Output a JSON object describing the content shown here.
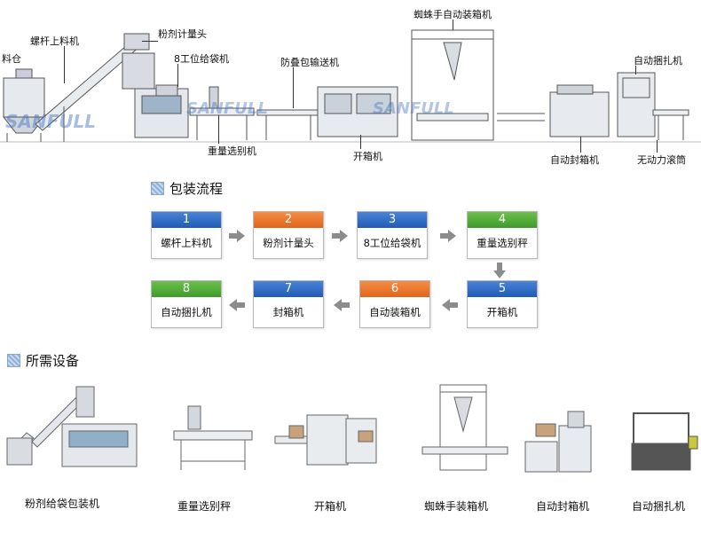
{
  "line_labels": {
    "screw_feeder": "螺杆上料机",
    "hopper": "料仓",
    "powder_head": "粉剂计量头",
    "bag_machine": "8工位给袋机",
    "checkweigher": "重量选别机",
    "conveyor": "防叠包输送机",
    "erector": "开箱机",
    "spider": "蜘蛛手自动装箱机",
    "strapper": "自动捆扎机",
    "sealer": "自动封箱机",
    "roller": "无动力滚筒"
  },
  "watermark": "SANFULL",
  "flow": {
    "title": "包装流程",
    "steps": [
      {
        "num": "1",
        "label": "螺杆上料机",
        "color": "blue"
      },
      {
        "num": "2",
        "label": "粉剂计量头",
        "color": "orange"
      },
      {
        "num": "3",
        "label": "8工位给袋机",
        "color": "blue"
      },
      {
        "num": "4",
        "label": "重量选别秤",
        "color": "green"
      },
      {
        "num": "5",
        "label": "开箱机",
        "color": "blue"
      },
      {
        "num": "6",
        "label": "自动装箱机",
        "color": "orange"
      },
      {
        "num": "7",
        "label": "封箱机",
        "color": "blue"
      },
      {
        "num": "8",
        "label": "自动捆扎机",
        "color": "green"
      }
    ]
  },
  "equipment": {
    "title": "所需设备",
    "items": [
      {
        "label": "粉剂给袋包装机"
      },
      {
        "label": "重量选别秤"
      },
      {
        "label": "开箱机"
      },
      {
        "label": "蜘蛛手装箱机"
      },
      {
        "label": "自动封箱机"
      },
      {
        "label": "自动捆扎机"
      }
    ]
  },
  "colors": {
    "blue": "#2a66c2",
    "orange": "#ee7a30",
    "green": "#4ea83a",
    "arrow": "#8c8c8c"
  }
}
